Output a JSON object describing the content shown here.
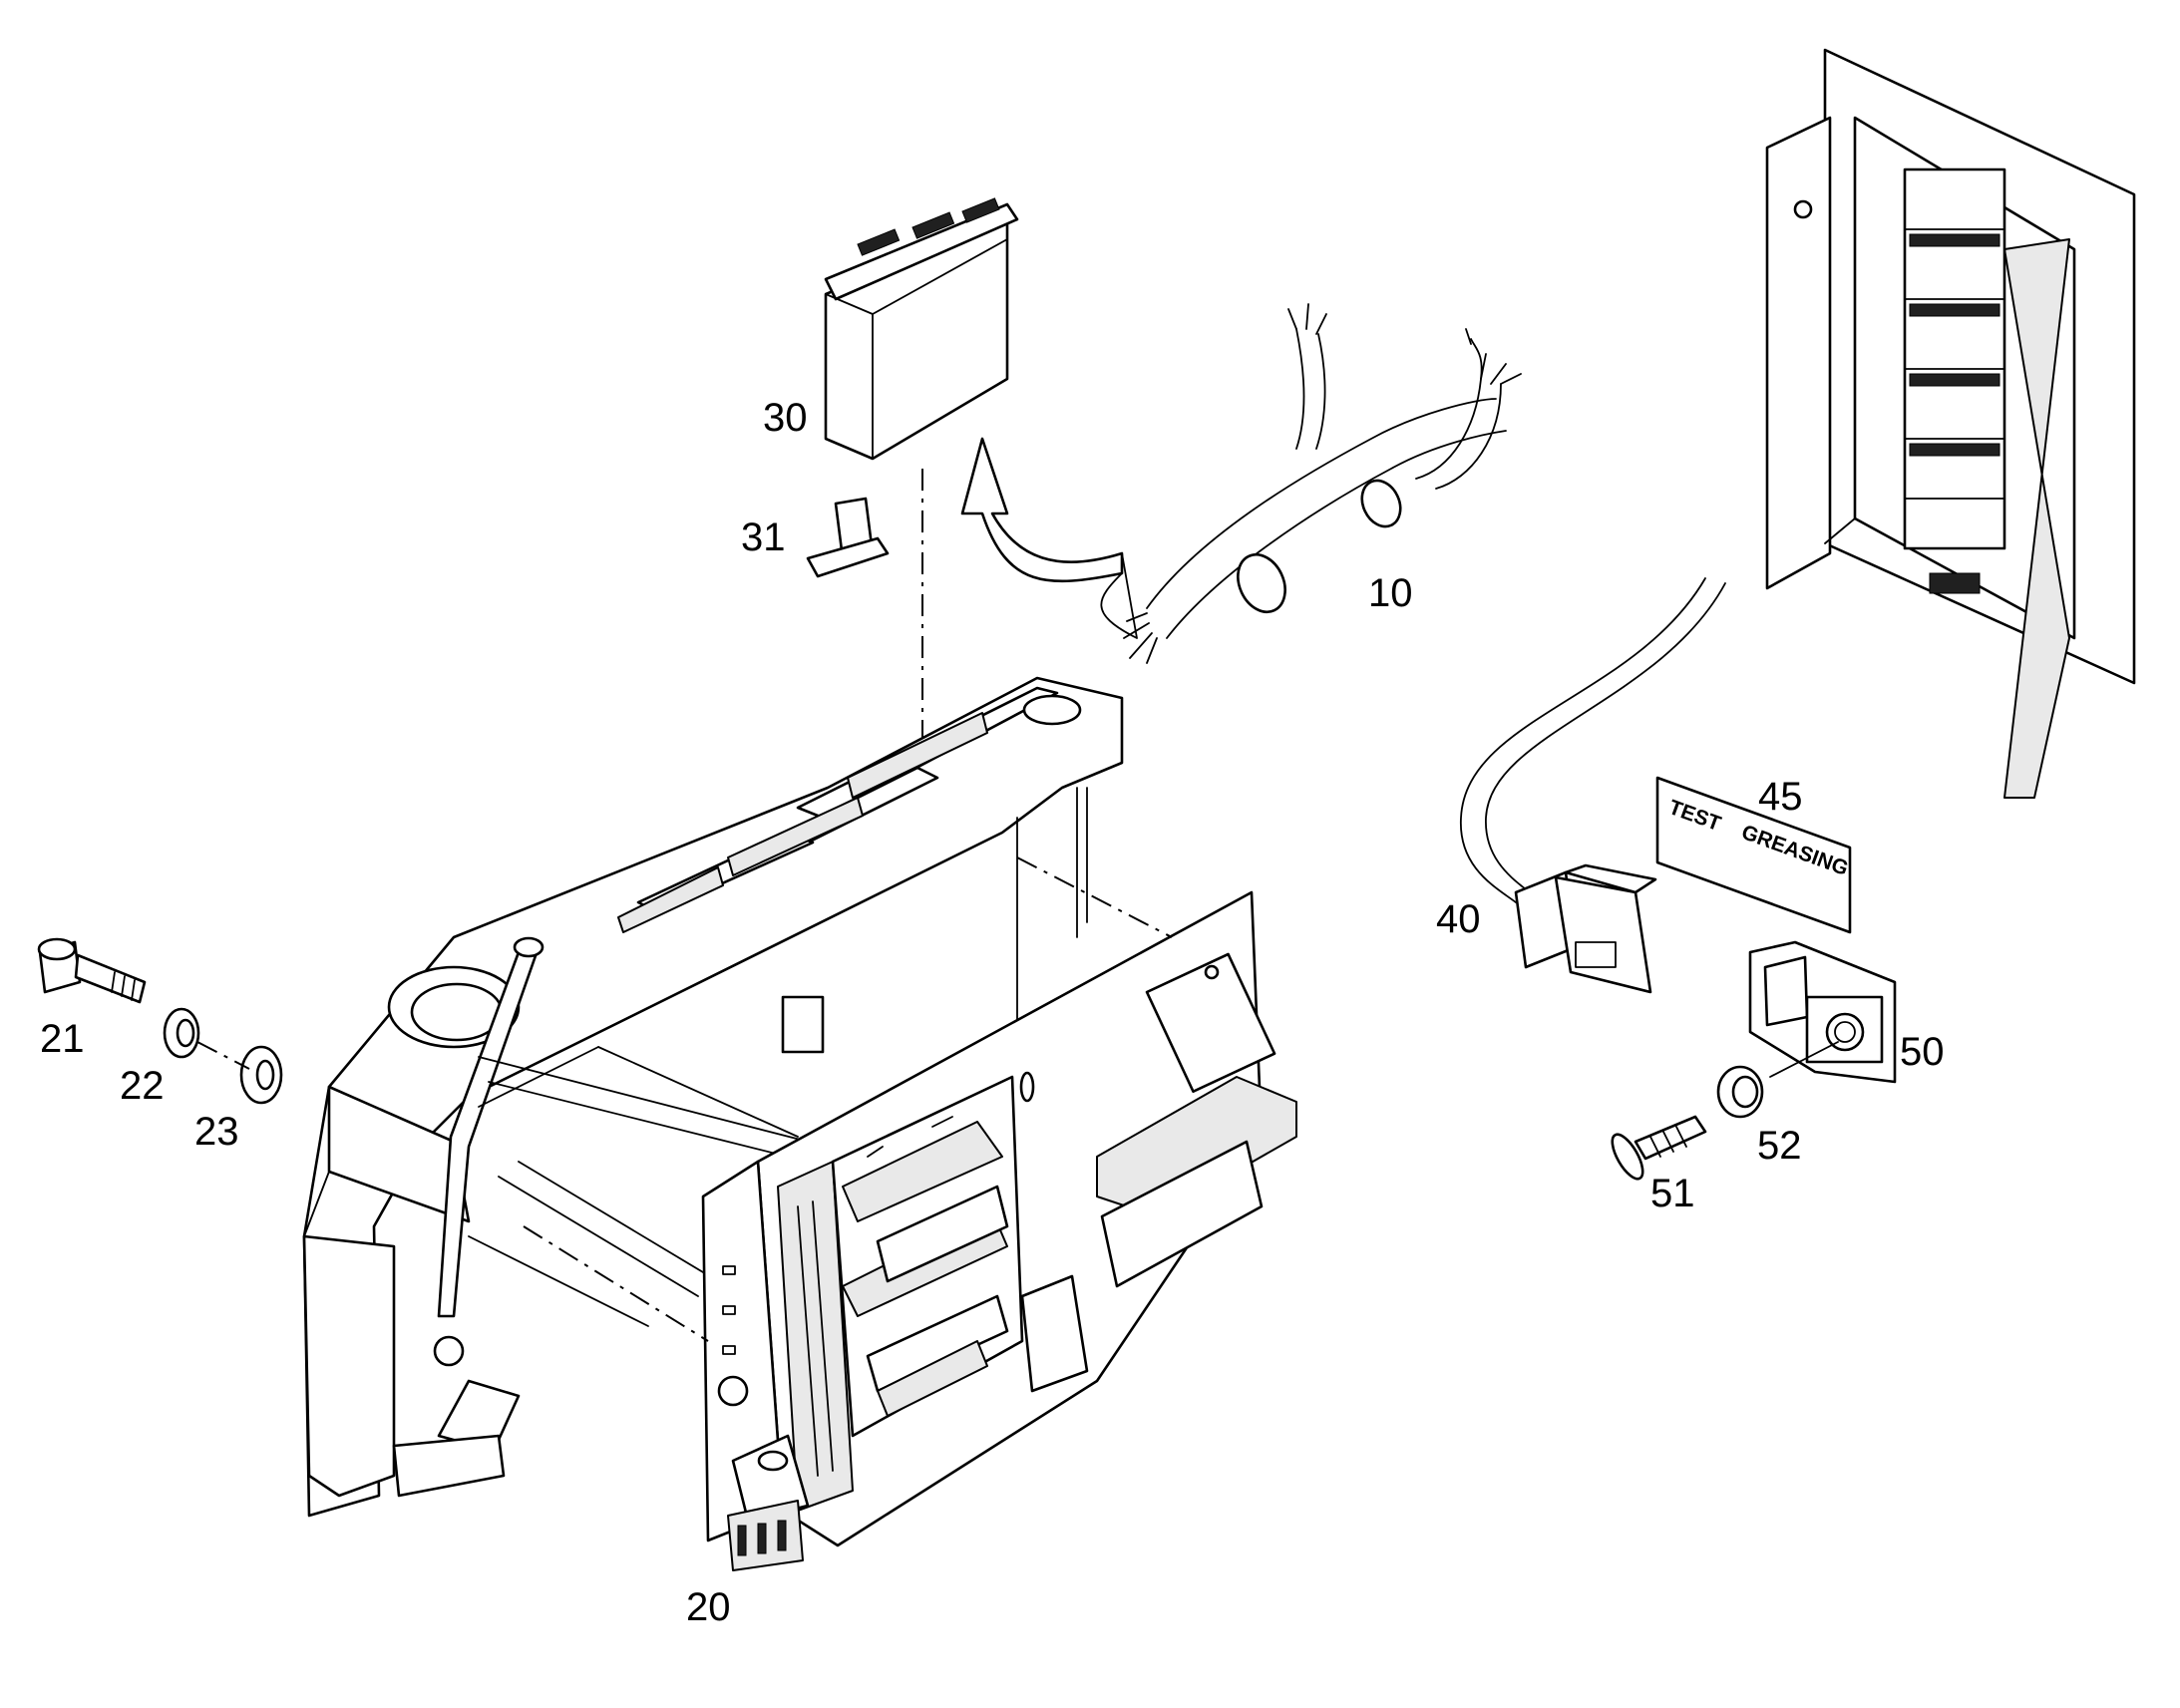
{
  "callouts": {
    "c10": "10",
    "c20": "20",
    "c21": "21",
    "c22": "22",
    "c23": "23",
    "c30": "30",
    "c31": "31",
    "c40": "40",
    "c45": "45",
    "c50": "50",
    "c51": "51",
    "c52": "52"
  },
  "label_plate": {
    "line1": "TEST",
    "line2": "GREASING"
  }
}
